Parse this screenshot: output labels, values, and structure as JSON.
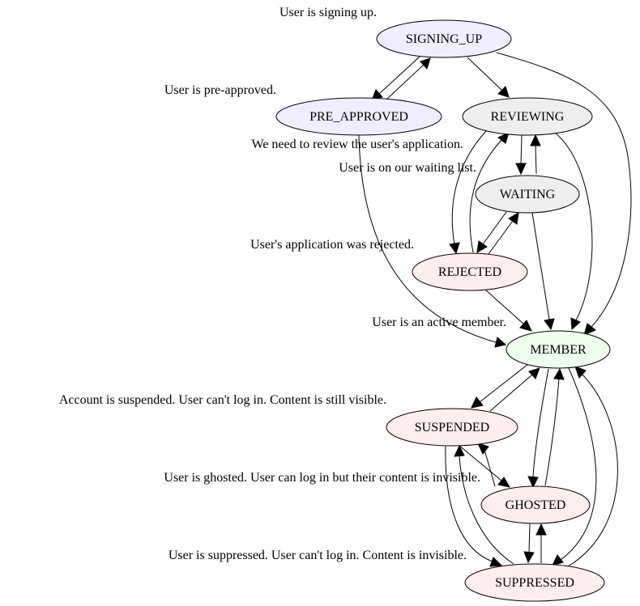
{
  "colors": {
    "blue": "#eeeeff",
    "gray": "#eeeeee",
    "pink": "#ffeeee",
    "green": "#eeffee"
  },
  "nodes": [
    {
      "id": "SIGNING_UP",
      "label": "SIGNING_UP",
      "color": "#eeeeff",
      "description": "User is signing up."
    },
    {
      "id": "PRE_APPROVED",
      "label": "PRE_APPROVED",
      "color": "#eeeeff",
      "description": "User is pre-approved."
    },
    {
      "id": "REVIEWING",
      "label": "REVIEWING",
      "color": "#eeeeee",
      "description": "We need to review the user's application."
    },
    {
      "id": "WAITING",
      "label": "WAITING",
      "color": "#eeeeee",
      "description": "User is on our waiting list."
    },
    {
      "id": "REJECTED",
      "label": "REJECTED",
      "color": "#ffeeee",
      "description": "User's application was rejected."
    },
    {
      "id": "MEMBER",
      "label": "MEMBER",
      "color": "#eeffee",
      "description": "User is an active member."
    },
    {
      "id": "SUSPENDED",
      "label": "SUSPENDED",
      "color": "#ffeeee",
      "description": "Account is suspended. User can't log in. Content is still visible."
    },
    {
      "id": "GHOSTED",
      "label": "GHOSTED",
      "color": "#ffeeee",
      "description": "User is ghosted. User can log in but their content is invisible."
    },
    {
      "id": "SUPPRESSED",
      "label": "SUPPRESSED",
      "color": "#ffeeee",
      "description": "User is suppressed. User can't log in. Content is invisible."
    }
  ],
  "edges": [
    {
      "from": "SIGNING_UP",
      "to": "PRE_APPROVED"
    },
    {
      "from": "PRE_APPROVED",
      "to": "SIGNING_UP"
    },
    {
      "from": "SIGNING_UP",
      "to": "REVIEWING"
    },
    {
      "from": "SIGNING_UP",
      "to": "MEMBER"
    },
    {
      "from": "PRE_APPROVED",
      "to": "MEMBER"
    },
    {
      "from": "REVIEWING",
      "to": "WAITING"
    },
    {
      "from": "WAITING",
      "to": "REVIEWING"
    },
    {
      "from": "REVIEWING",
      "to": "REJECTED"
    },
    {
      "from": "REJECTED",
      "to": "REVIEWING"
    },
    {
      "from": "REVIEWING",
      "to": "MEMBER"
    },
    {
      "from": "WAITING",
      "to": "REJECTED"
    },
    {
      "from": "REJECTED",
      "to": "WAITING"
    },
    {
      "from": "WAITING",
      "to": "MEMBER"
    },
    {
      "from": "REJECTED",
      "to": "MEMBER"
    },
    {
      "from": "MEMBER",
      "to": "SUSPENDED"
    },
    {
      "from": "SUSPENDED",
      "to": "MEMBER"
    },
    {
      "from": "MEMBER",
      "to": "GHOSTED"
    },
    {
      "from": "GHOSTED",
      "to": "MEMBER"
    },
    {
      "from": "MEMBER",
      "to": "SUPPRESSED"
    },
    {
      "from": "SUPPRESSED",
      "to": "MEMBER"
    },
    {
      "from": "SUSPENDED",
      "to": "GHOSTED"
    },
    {
      "from": "GHOSTED",
      "to": "SUSPENDED"
    },
    {
      "from": "SUSPENDED",
      "to": "SUPPRESSED"
    },
    {
      "from": "SUPPRESSED",
      "to": "SUSPENDED"
    },
    {
      "from": "GHOSTED",
      "to": "SUPPRESSED"
    },
    {
      "from": "SUPPRESSED",
      "to": "GHOSTED"
    }
  ]
}
